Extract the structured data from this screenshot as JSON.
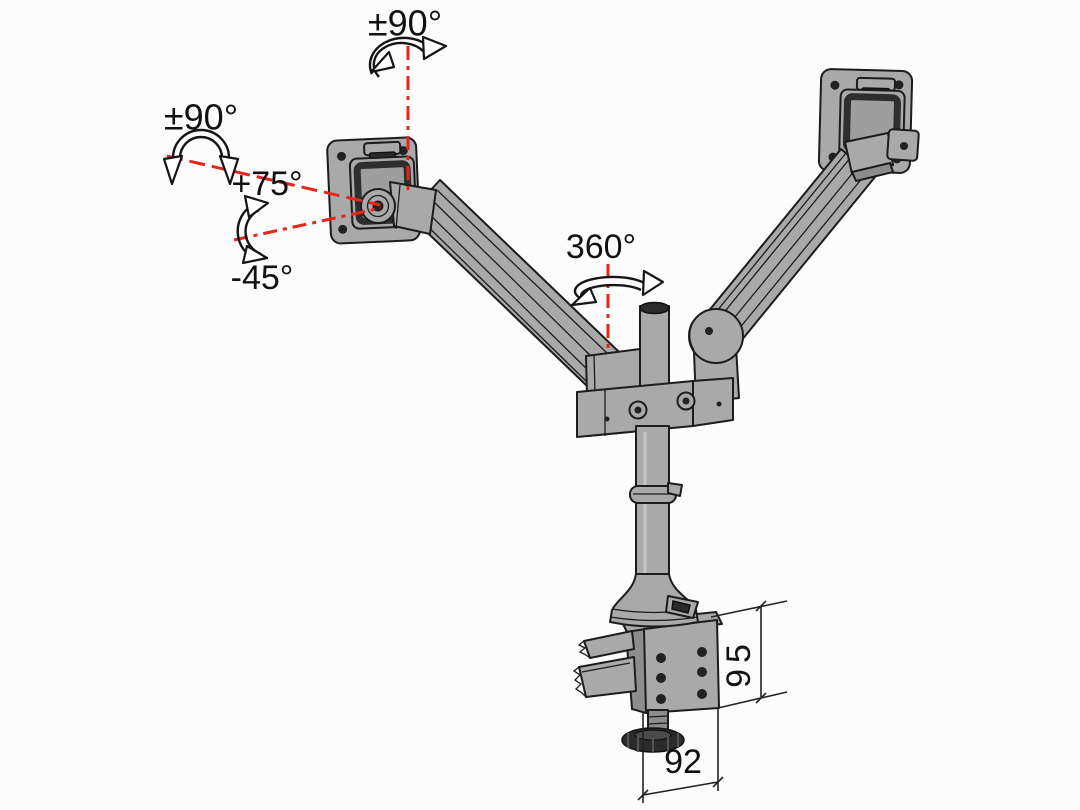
{
  "title": "dual-monitor-arm-rotation-and-clamp-dimensions-diagram",
  "labels": {
    "monitor_yaw": "±90°",
    "monitor_roll": "±90°",
    "monitor_tilt_up": "+75°",
    "monitor_tilt_down": "-45°",
    "arm_swivel": "360°"
  },
  "dimensions": {
    "clamp_height": "95",
    "clamp_depth": "92"
  },
  "icons": {
    "yaw_arrow": "curved-rotation-arrow",
    "roll_arrow": "semicircle-rotation-arrow",
    "tilt_arrow": "c-curve-rotation-arrow",
    "swivel_arrow": "flat-ellipse-rotation-arrow"
  },
  "colors": {
    "axis_red": "#e8251c",
    "part_gray": "#a9a9a9",
    "part_gray_shade": "#8d8d8d",
    "outline": "#1c1c1c",
    "dark_detail": "#2b2b2b",
    "background": "#fcfcfc"
  }
}
